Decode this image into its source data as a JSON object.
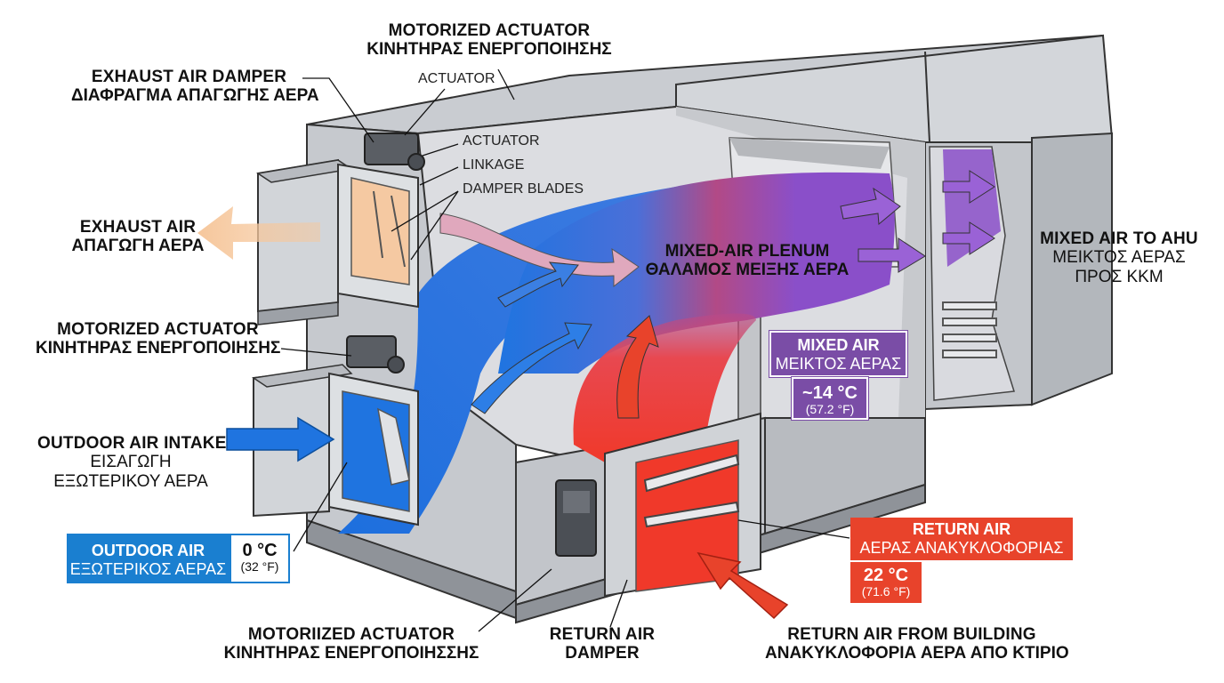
{
  "labels": {
    "top_actuator": {
      "en": "MOTORIZED ACTUATOR",
      "gr": "ΚΙΝΗΤΗΡΑΣ ΕΝΕΡΓΟΠΟΙΗΣΗΣ"
    },
    "exhaust_damper": {
      "en": "EXHAUST AIR DAMPER",
      "gr": "ΔΙΑΦΡΑΓΜΑ ΑΠΑΓΩΓΗΣ ΑΕΡΑ"
    },
    "exhaust_air": {
      "en": "EXHAUST AIR",
      "gr": "ΑΠΑΓΩΓΗ ΑΕΡΑ"
    },
    "mid_actuator": {
      "en": "MOTORIZED ACTUATOR",
      "gr": "ΚΙΝΗΤΗΡΑΣ ΕΝΕΡΓΟΠΟΙΗΣΗΣ"
    },
    "outdoor_intake": {
      "en": "OUTDOOR AIR INTAKE",
      "gr1": "ΕΙΣΑΓΩΓΗ",
      "gr2": "ΕΞΩΤΕΡΙΚΟΥ ΑΕΡΑ"
    },
    "bottom_actuator": {
      "en": "MOTORIIZED ACTUATOR",
      "gr": "ΚΙΝΗΤΗΡΑΣ ΕΝΕΡΓΟΠΟΙΗΣΣΗΣ"
    },
    "return_damper": {
      "en1": "RETURN AIR",
      "en2": "DAMPER"
    },
    "return_from_building": {
      "en": "RETURN AIR FROM BUILDING",
      "gr": "ΑΝΑΚΥΚΛΟΦΟΡΙΑ ΑΕΡΑ ΑΠΟ ΚΤΙΡΙΟ"
    },
    "mixed_to_ahu": {
      "en": "MIXED AIR TO AHU",
      "gr1": "ΜΕΙΚΤΟΣ ΑΕΡΑΣ",
      "gr2": "ΠΡΟΣ ΚΚΜ"
    },
    "plenum": {
      "en": "MIXED-AIR PLENUM",
      "gr": "ΘΑΛΑΜΟΣ ΜΕΙΞΗΣ ΑΕΡΑ"
    },
    "actuator_top": "ACTUATOR",
    "actuator": "ACTUATOR",
    "linkage": "LINKAGE",
    "damper_blades": "DAMPER BLADES"
  },
  "boxes": {
    "outdoor": {
      "en": "OUTDOOR AIR",
      "gr": "ΕΞΩΤΕΡΙΚΟΣ ΑΕΡΑΣ",
      "temp": "0 °C",
      "temp_f": "(32 °F)",
      "color": "#1a7fd0"
    },
    "mixed": {
      "en": "MIXED AIR",
      "gr": "ΜΕΙΚΤΟΣ ΑΕΡΑΣ",
      "temp": "~14 °C",
      "temp_f": "(57.2 °F)",
      "color": "#7a4da6"
    },
    "return": {
      "en": "RETURN AIR",
      "gr": "ΑΕΡΑΣ ΑΝΑΚΥΚΛΟΦΟΡΙΑΣ",
      "temp": "22 °C",
      "temp_f": "(71.6 °F)",
      "color": "#e8432b"
    }
  },
  "colors": {
    "cold": "#1f74e0",
    "hot": "#f0392a",
    "mixed": "#8a4fc9",
    "exhaust": "#f6c79c",
    "metal": "#c9ccd1",
    "metal_dark": "#9a9ea4"
  }
}
